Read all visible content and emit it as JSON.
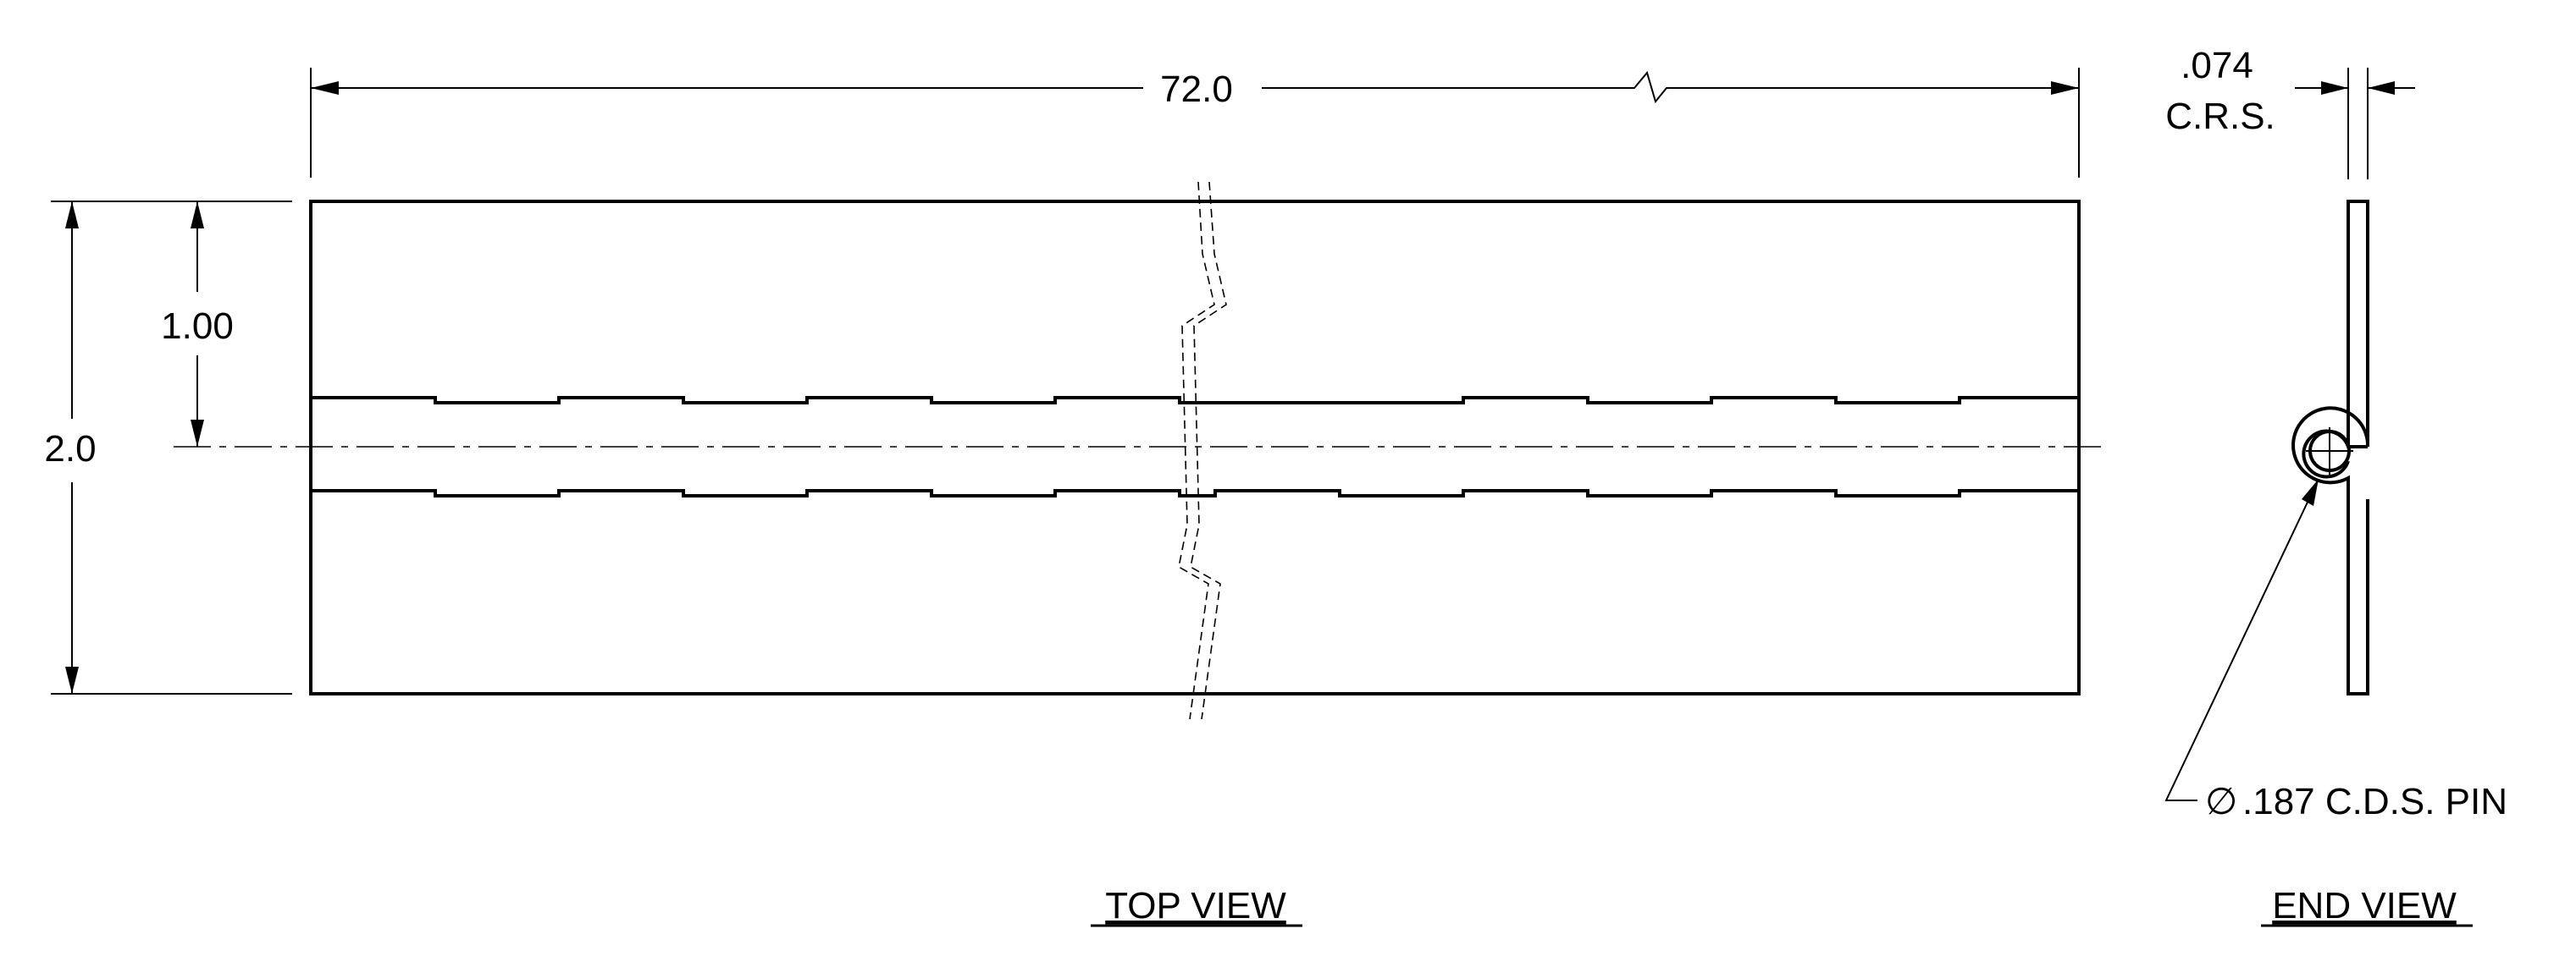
{
  "dimensions": {
    "length": "72.0",
    "width": "2.0",
    "half_width": "1.00",
    "thickness_value": ".074",
    "thickness_material": "C.R.S.",
    "pin_symbol": "∅",
    "pin": ".187 C.D.S. PIN"
  },
  "views": {
    "top": "TOP VIEW",
    "end": "END VIEW"
  }
}
